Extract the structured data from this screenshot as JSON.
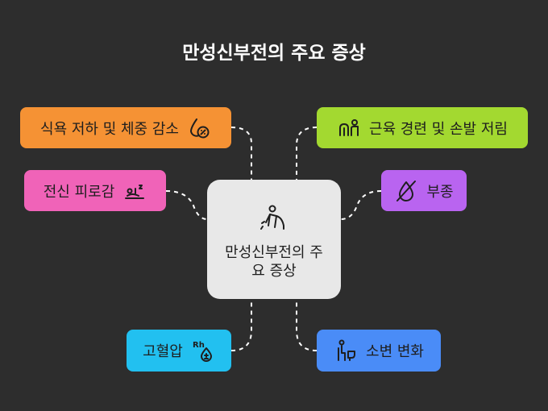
{
  "title": "만성신부전의 주요 증상",
  "center": {
    "label": "만성신부전의 주요 증상",
    "icon": "crawling-person-icon",
    "color": "#e8e8e8"
  },
  "nodes": {
    "appetite": {
      "label": "식욕 저하 및 체중 감소",
      "icon": "drop-percent-icon",
      "color": "#f59234"
    },
    "fatigue": {
      "label": "전신 피로감",
      "icon": "fatigue-icon",
      "color": "#f063b8"
    },
    "bp": {
      "label": "고혈압",
      "icon": "rh-blood-icon",
      "color": "#22c0f0"
    },
    "cramp": {
      "label": "근육 경련 및 손발 저림",
      "icon": "muscle-icon",
      "color": "#a3d930"
    },
    "edema": {
      "label": "부종",
      "icon": "no-drop-icon",
      "color": "#b964f0"
    },
    "urine": {
      "label": "소변 변화",
      "icon": "toilet-icon",
      "color": "#4a8cf7"
    }
  }
}
